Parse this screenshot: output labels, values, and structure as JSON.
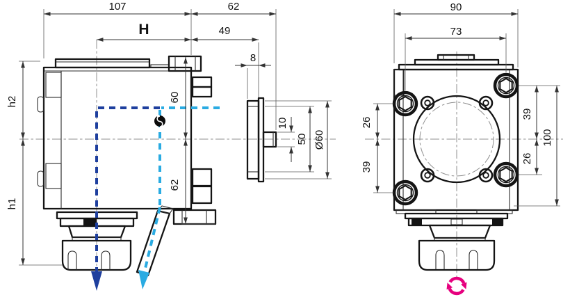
{
  "drawing": {
    "type": "technical-drawing",
    "subject": "90-degree angle head tool holder, two orthographic views",
    "side_view": {
      "dim_body_width": "107",
      "dim_shank_total_length": "62",
      "dim_gauge_label": "H",
      "dim_shank_protrusion": "49",
      "dim_collar_thickness": "8",
      "dim_center_to_top": "60",
      "dim_center_to_bottom": "62",
      "dim_drive_tang": "10",
      "dim_pilot_diameter": "50",
      "dim_shank_diameter": "Ø60",
      "dim_upper_height_label": "h2",
      "dim_lower_height_label": "h1"
    },
    "front_view": {
      "dim_overall_width": "90",
      "dim_bolt_spacing": "73",
      "dim_left_upper": "26",
      "dim_left_lower": "39",
      "dim_right_upper": "39",
      "dim_right_lower": "26",
      "dim_overall_height": "100"
    },
    "colors": {
      "line": "#141414",
      "centerline": "#8f8f8f",
      "tool_axis_blue": "#1e3f9e",
      "coolant_cyan": "#2aabe2",
      "rotation_magenta": "#e6007e",
      "background": "#ffffff"
    }
  }
}
